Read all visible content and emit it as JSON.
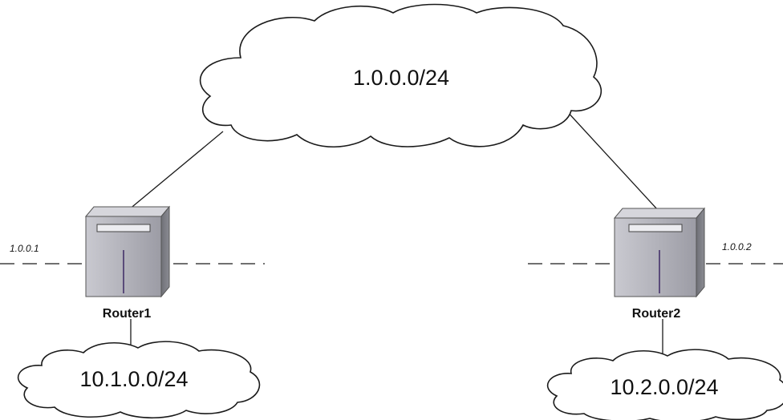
{
  "networks": {
    "backbone": "1.0.0.0/24",
    "left_lan": "10.1.0.0/24",
    "right_lan": "10.2.0.0/24"
  },
  "routers": {
    "router1": {
      "name": "Router1",
      "ip": "1.0.0.1"
    },
    "router2": {
      "name": "Router2",
      "ip": "1.0.0.2"
    }
  },
  "colors": {
    "line": "#1a1a1a",
    "cloud_fill": "#ffffff",
    "router_front": "#b5b5bd",
    "router_side": "#7f8087",
    "router_top": "#d6d6dc"
  }
}
